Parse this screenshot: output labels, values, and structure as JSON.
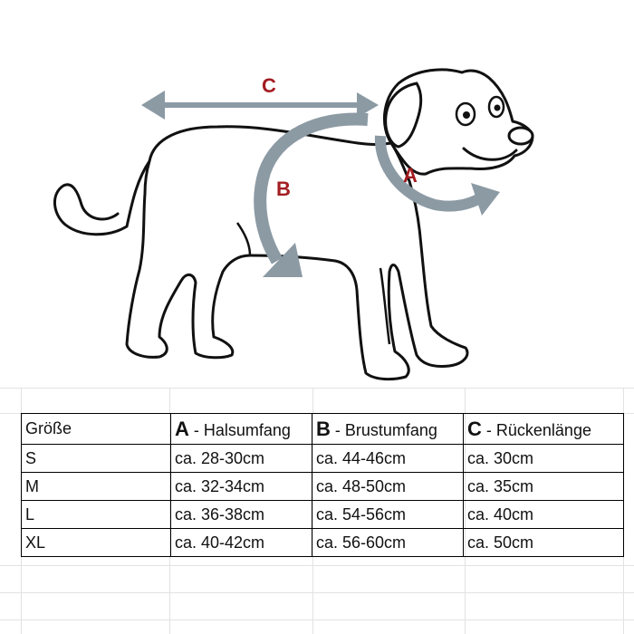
{
  "illustration": {
    "labels": {
      "a": "A",
      "b": "B",
      "c": "C"
    },
    "arrow_color": "#8c9aa4",
    "label_color": "#a31d22",
    "outline_color": "#111111"
  },
  "table": {
    "header": {
      "size": "Größe",
      "a_letter": "A",
      "a_text": " - Halsumfang",
      "b_letter": "B",
      "b_text": " - Brustumfang",
      "c_letter": "C",
      "c_text": " - Rückenlänge"
    },
    "rows": [
      {
        "size": "S",
        "a": "ca. 28-30cm",
        "b": "ca. 44-46cm",
        "c": "ca. 30cm"
      },
      {
        "size": "M",
        "a": "ca. 32-34cm",
        "b": "ca. 48-50cm",
        "c": "ca. 35cm"
      },
      {
        "size": "L",
        "a": "ca. 36-38cm",
        "b": "ca. 54-56cm",
        "c": "ca. 40cm"
      },
      {
        "size": "XL",
        "a": "ca. 40-42cm",
        "b": "ca. 56-60cm",
        "c": "ca. 50cm"
      }
    ]
  }
}
